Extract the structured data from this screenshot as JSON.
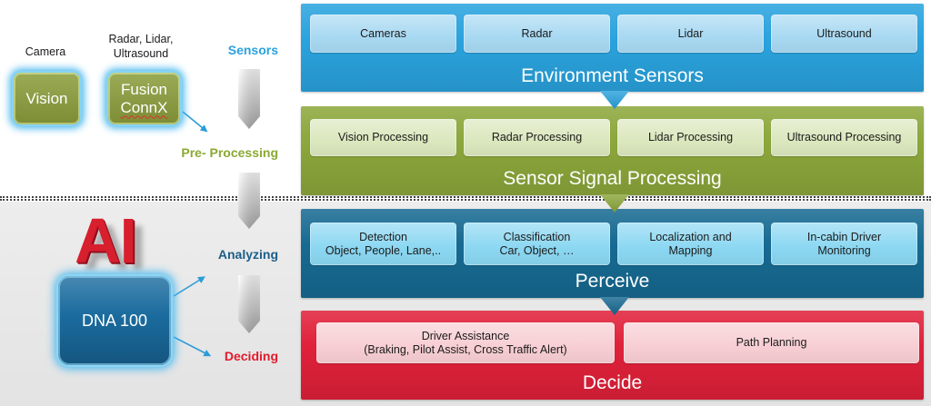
{
  "stages": {
    "sensors": {
      "label": "Sensors",
      "color": "#2ba2de"
    },
    "preprocessing": {
      "label": "Pre- Processing",
      "color": "#8aa933"
    },
    "analyzing": {
      "label": "Analyzing",
      "color": "#1c5e88"
    },
    "deciding": {
      "label": "Deciding",
      "color": "#e21b2d"
    }
  },
  "inputs": {
    "camera": {
      "caption": "Camera",
      "box_label": "Vision"
    },
    "fusion": {
      "caption_lines": [
        "Radar, Lidar,",
        "Ultrasound"
      ],
      "box_lines": [
        "Fusion",
        "ConnX"
      ]
    },
    "box_color": "#8b9d3b"
  },
  "ai": {
    "label": "AI",
    "color": "#d71f2e",
    "processor_label": "DNA 100",
    "processor_color": "#1a6b9e"
  },
  "arrow_color": "#2d9bd7",
  "panels": [
    {
      "title": "Environment Sensors",
      "color": "#2aa3de",
      "item_color": "#a8d9f2",
      "items": [
        {
          "lines": [
            "Cameras"
          ]
        },
        {
          "lines": [
            "Radar"
          ]
        },
        {
          "lines": [
            "Lidar"
          ]
        },
        {
          "lines": [
            "Ultrasound"
          ]
        }
      ]
    },
    {
      "title": "Sensor Signal Processing",
      "color": "#8ca73b",
      "item_color": "#dbe7bd",
      "items": [
        {
          "lines": [
            "Vision Processing"
          ]
        },
        {
          "lines": [
            "Radar Processing"
          ]
        },
        {
          "lines": [
            "Lidar Processing"
          ]
        },
        {
          "lines": [
            "Ultrasound Processing"
          ]
        }
      ]
    },
    {
      "title": "Perceive",
      "color": "#176a92",
      "item_color": "#8bd7f2",
      "items": [
        {
          "lines": [
            "Detection",
            "Object, People, Lane,.."
          ]
        },
        {
          "lines": [
            "Classification",
            "Car, Object, …"
          ]
        },
        {
          "lines": [
            "Localization and",
            "Mapping"
          ]
        },
        {
          "lines": [
            "In-cabin Driver",
            "Monitoring"
          ]
        }
      ]
    },
    {
      "title": "Decide",
      "color": "#e0213a",
      "item_color": "#f7ced3",
      "items": [
        {
          "lines": [
            "Driver Assistance",
            "(Braking, Pilot Assist, Cross Traffic Alert)"
          ]
        },
        {
          "lines": [
            "Path Planning"
          ]
        }
      ]
    }
  ]
}
